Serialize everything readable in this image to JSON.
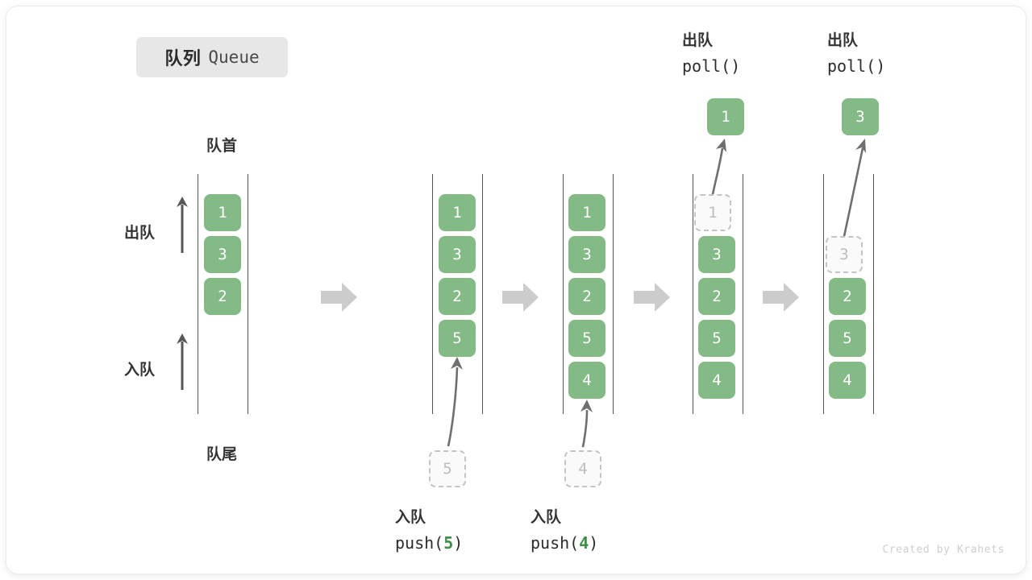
{
  "title": {
    "cn": "队列",
    "en": "Queue"
  },
  "labels": {
    "front": "队首",
    "rear": "队尾",
    "dequeue": "出队",
    "enqueue": "入队"
  },
  "colors": {
    "cell_green": "#83ba86",
    "ghost_border": "#c4c4c4",
    "ghost_text": "#bdbdbd",
    "rail": "#555555",
    "step_arrow": "#cccccc",
    "chip_bg": "#e7e7e7",
    "arg_green": "#3a8f46"
  },
  "columns": [
    {
      "id": "col-initial",
      "cells": [
        "1",
        "3",
        "2"
      ],
      "ghost_index": null,
      "side_arrows": [
        {
          "name": "dequeue-arrow",
          "label": "出队"
        },
        {
          "name": "enqueue-arrow",
          "label": "入队"
        }
      ]
    },
    {
      "id": "col-after-push-5",
      "cells": [
        "1",
        "3",
        "2",
        "5"
      ],
      "ghost_index": null,
      "incoming": {
        "value": "5",
        "op_cn": "入队",
        "op_code_pre": "push(",
        "op_code_arg": "5",
        "op_code_post": ")"
      }
    },
    {
      "id": "col-after-push-4",
      "cells": [
        "1",
        "3",
        "2",
        "5",
        "4"
      ],
      "ghost_index": null,
      "incoming": {
        "value": "4",
        "op_cn": "入队",
        "op_code_pre": "push(",
        "op_code_arg": "4",
        "op_code_post": ")"
      }
    },
    {
      "id": "col-after-poll-1",
      "cells": [
        "1",
        "3",
        "2",
        "5",
        "4"
      ],
      "ghost_index": 0,
      "outgoing": {
        "value": "1",
        "op_cn": "出队",
        "op_code": "poll()"
      }
    },
    {
      "id": "col-after-poll-3",
      "cells": [
        "3",
        "2",
        "5",
        "4"
      ],
      "ghost_index": 0,
      "ghost_slot": 1,
      "outgoing": {
        "value": "3",
        "op_cn": "出队",
        "op_code": "poll()"
      }
    }
  ],
  "step_arrows": [
    {
      "name": "step-arrow-1"
    },
    {
      "name": "step-arrow-2"
    },
    {
      "name": "step-arrow-3"
    },
    {
      "name": "step-arrow-4"
    }
  ],
  "watermark": "Created by Krahets"
}
